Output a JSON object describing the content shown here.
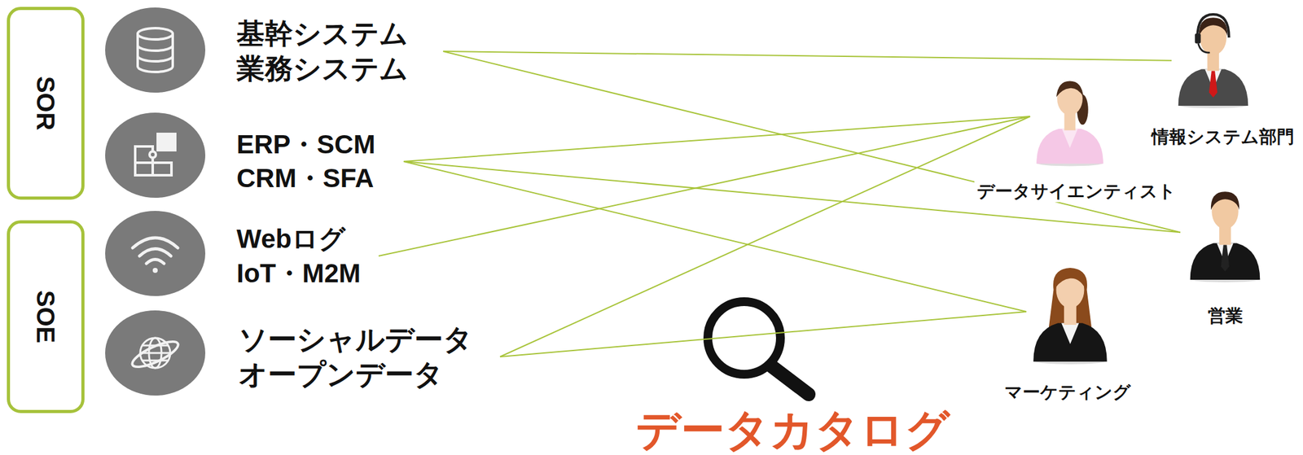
{
  "diagram": {
    "nodes": [
      {
        "text": [
          "SOR"
        ]
      },
      {
        "text": [
          "SOE"
        ]
      },
      {
        "text": [
          "基幹システム 業務システム"
        ]
      },
      {
        "text": [
          "ERP・SCM CRM・SFA"
        ]
      },
      {
        "text": [
          "Webログ IoT・M2M"
        ]
      },
      {
        "text": [
          "ソーシャルデータ オープンデータ"
        ]
      },
      {
        "text": [
          "情報システム部門"
        ]
      },
      {
        "text": [
          "データサイエンティスト"
        ]
      },
      {
        "text": [
          "営業"
        ]
      },
      {
        "text": [
          "マーケティング"
        ]
      }
    ],
    "edges": [
      {
        "from": 2,
        "to": 6,
        "arrow": "none"
      },
      {
        "from": 2,
        "to": 8,
        "arrow": "none"
      },
      {
        "from": 3,
        "to": 7,
        "arrow": "none"
      },
      {
        "from": 3,
        "to": 8,
        "arrow": "none"
      },
      {
        "from": 3,
        "to": 9,
        "arrow": "none"
      },
      {
        "from": 4,
        "to": 7,
        "arrow": "none"
      },
      {
        "from": 5,
        "to": 7,
        "arrow": "none"
      },
      {
        "from": 5,
        "to": 9,
        "arrow": "none"
      }
    ],
    "labels": [
      "データカタログ"
    ]
  }
}
